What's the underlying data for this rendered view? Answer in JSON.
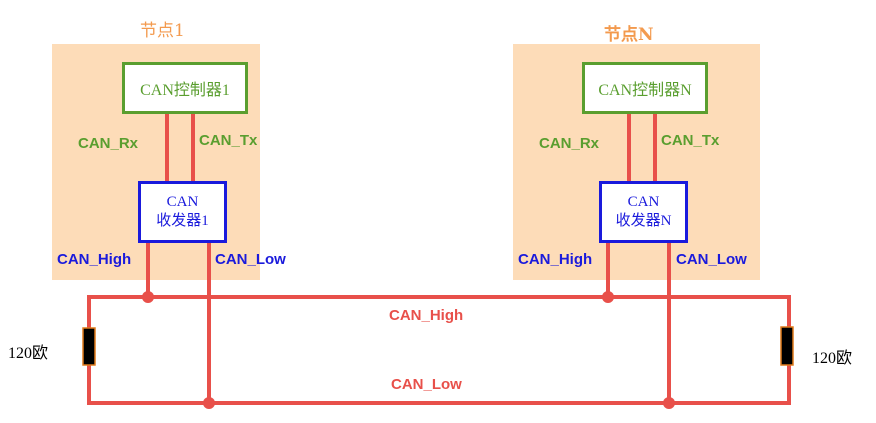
{
  "nodes": [
    {
      "title": "节点1",
      "controller": "CAN控制器1",
      "transceiver_line1": "CAN",
      "transceiver_line2": "收发器1",
      "rx": "CAN_Rx",
      "tx": "CAN_Tx",
      "high": "CAN_High",
      "low": "CAN_Low"
    },
    {
      "title": "节点N",
      "controller": "CAN控制器N",
      "transceiver_line1": "CAN",
      "transceiver_line2": "收发器N",
      "rx": "CAN_Rx",
      "tx": "CAN_Tx",
      "high": "CAN_High",
      "low": "CAN_Low"
    }
  ],
  "bus": {
    "high_label": "CAN_High",
    "low_label": "CAN_Low"
  },
  "resistors": [
    {
      "label": "120欧"
    },
    {
      "label": "120欧"
    }
  ],
  "colors": {
    "wire": "#e8504a",
    "controller": "#5a9e2f",
    "transceiver": "#1a1adc",
    "node_bg": "#fddcb8",
    "node_title": "#f39a4e"
  }
}
